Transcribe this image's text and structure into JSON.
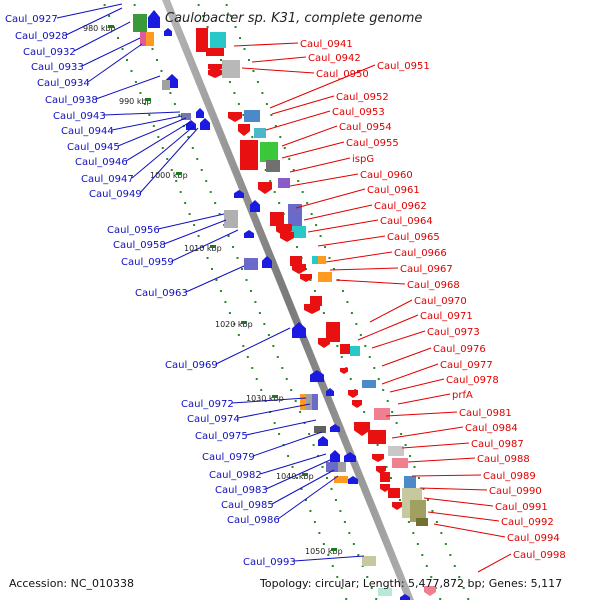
{
  "title": "Caulobacter sp. K31, complete genome",
  "accession": "Accession: NC_010338",
  "summary": "Topology: circular; Length: 5,477,872 bp; Genes: 5,117",
  "colors": {
    "backbone": "#8a8a8a",
    "forward_label": "#e00000",
    "reverse_label": "#1010c0",
    "tick": "#1e7a1e"
  },
  "kbp_ticks": [
    "980 kbp",
    "990 kbp",
    "1000 kbp",
    "1010 kbp",
    "1020 kbp",
    "1030 kbp",
    "1040 kbp",
    "1050 kbp"
  ],
  "left_genes": [
    "Caul_0927",
    "Caul_0928",
    "Caul_0932",
    "Caul_0933",
    "Caul_0934",
    "Caul_0938",
    "Caul_0943",
    "Caul_0944",
    "Caul_0945",
    "Caul_0946",
    "Caul_0947",
    "Caul_0949",
    "Caul_0956",
    "Caul_0958",
    "Caul_0959",
    "Caul_0963",
    "Caul_0969",
    "Caul_0972",
    "Caul_0974",
    "Caul_0975",
    "Caul_0979",
    "Caul_0982",
    "Caul_0983",
    "Caul_0985",
    "Caul_0986",
    "Caul_0993"
  ],
  "right_genes": [
    "Caul_0941",
    "Caul_0942",
    "Caul_0950",
    "Caul_0951",
    "Caul_0952",
    "Caul_0953",
    "Caul_0954",
    "Caul_0955",
    "ispG",
    "Caul_0960",
    "Caul_0961",
    "Caul_0962",
    "Caul_0964",
    "Caul_0965",
    "Caul_0966",
    "Caul_0967",
    "Caul_0968",
    "Caul_0970",
    "Caul_0971",
    "Caul_0973",
    "Caul_0976",
    "Caul_0977",
    "Caul_0978",
    "prfA",
    "Caul_0981",
    "Caul_0984",
    "Caul_0987",
    "Caul_0988",
    "Caul_0989",
    "Caul_0990",
    "Caul_0991",
    "Caul_0992",
    "Caul_0994",
    "Caul_0998"
  ]
}
